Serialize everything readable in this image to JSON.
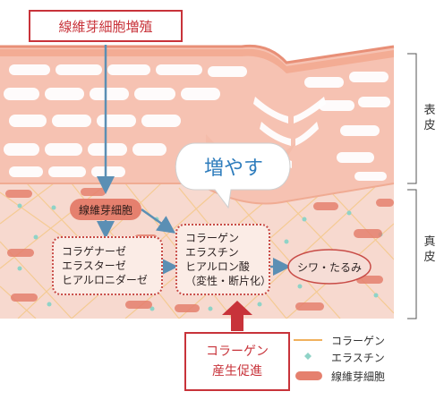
{
  "top_label": "線維芽細胞増殖",
  "fibroblast_label": "線維芽細胞",
  "increase_bubble": "増やす",
  "enzymes": [
    "コラゲナーゼ",
    "エラスターゼ",
    "ヒアルロニダーゼ"
  ],
  "components": [
    "コラーゲン",
    "エラスチン",
    "ヒアルロン酸",
    "（変性・断片化）"
  ],
  "wrinkle_label": "シワ・たるみ",
  "promote": [
    "コラーゲン",
    "産生促進"
  ],
  "layers": {
    "epidermis": [
      "表",
      "皮"
    ],
    "dermis": [
      "真",
      "皮"
    ]
  },
  "legend": [
    {
      "label": "コラーゲン",
      "symbol": "line",
      "color": "#f0b15d"
    },
    {
      "label": "エラスチン",
      "symbol": "diamond",
      "color": "#8fd3c7"
    },
    {
      "label": "線維芽細胞",
      "symbol": "cell",
      "color": "#e5806e"
    }
  ],
  "colors": {
    "red": "#c8333a",
    "arrow": "#5b8fb4",
    "pill": "#e5806e"
  }
}
